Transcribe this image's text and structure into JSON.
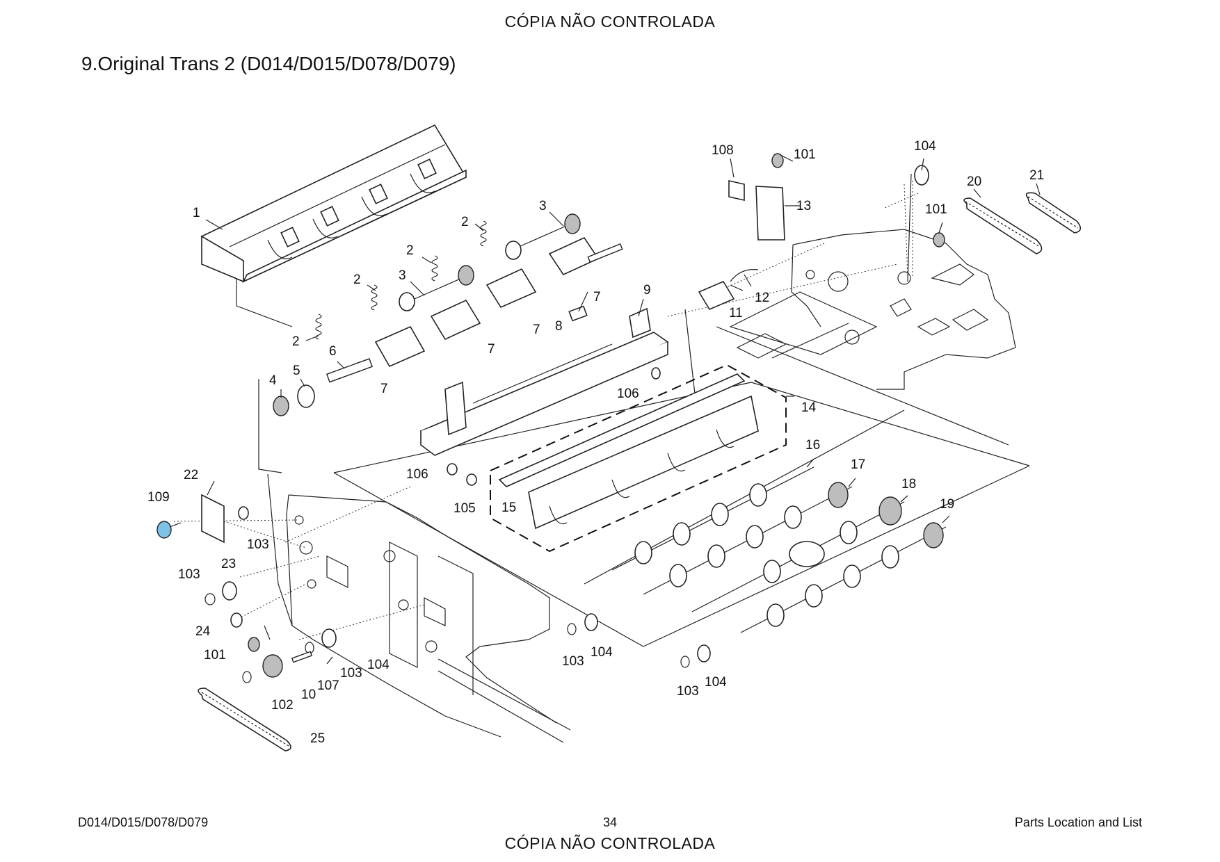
{
  "header": {
    "watermark": "CÓPIA NÃO CONTROLADA",
    "title": "9.Original Trans 2 (D014/D015/D078/D079)"
  },
  "footer": {
    "left": "D014/D015/D078/D079",
    "page": "34",
    "right": "Parts Location and List",
    "watermark": "CÓPIA NÃO CONTROLADA"
  },
  "callouts": {
    "c1": "1",
    "c2a": "2",
    "c2b": "2",
    "c2c": "2",
    "c2d": "2",
    "c3a": "3",
    "c3b": "3",
    "c4": "4",
    "c5": "5",
    "c6": "6",
    "c7a": "7",
    "c7b": "7",
    "c7c": "7",
    "c7d": "7",
    "c8": "8",
    "c9": "9",
    "c10": "10",
    "c11": "11",
    "c12": "12",
    "c13": "13",
    "c14": "14",
    "c15": "15",
    "c16": "16",
    "c17": "17",
    "c18": "18",
    "c19": "19",
    "c20": "20",
    "c21": "21",
    "c22": "22",
    "c23": "23",
    "c24": "24",
    "c25": "25",
    "c101a": "101",
    "c101b": "101",
    "c101c": "101",
    "c102": "102",
    "c103a": "103",
    "c103b": "103",
    "c103c": "103",
    "c103d": "103",
    "c103e": "103",
    "c104a": "104",
    "c104b": "104",
    "c104c": "104",
    "c104d": "104",
    "c105": "105",
    "c106a": "106",
    "c106b": "106",
    "c107": "107",
    "c108": "108",
    "c109": "109"
  },
  "colors": {
    "highlight_part": "#7ec3e6",
    "line": "#222222"
  }
}
